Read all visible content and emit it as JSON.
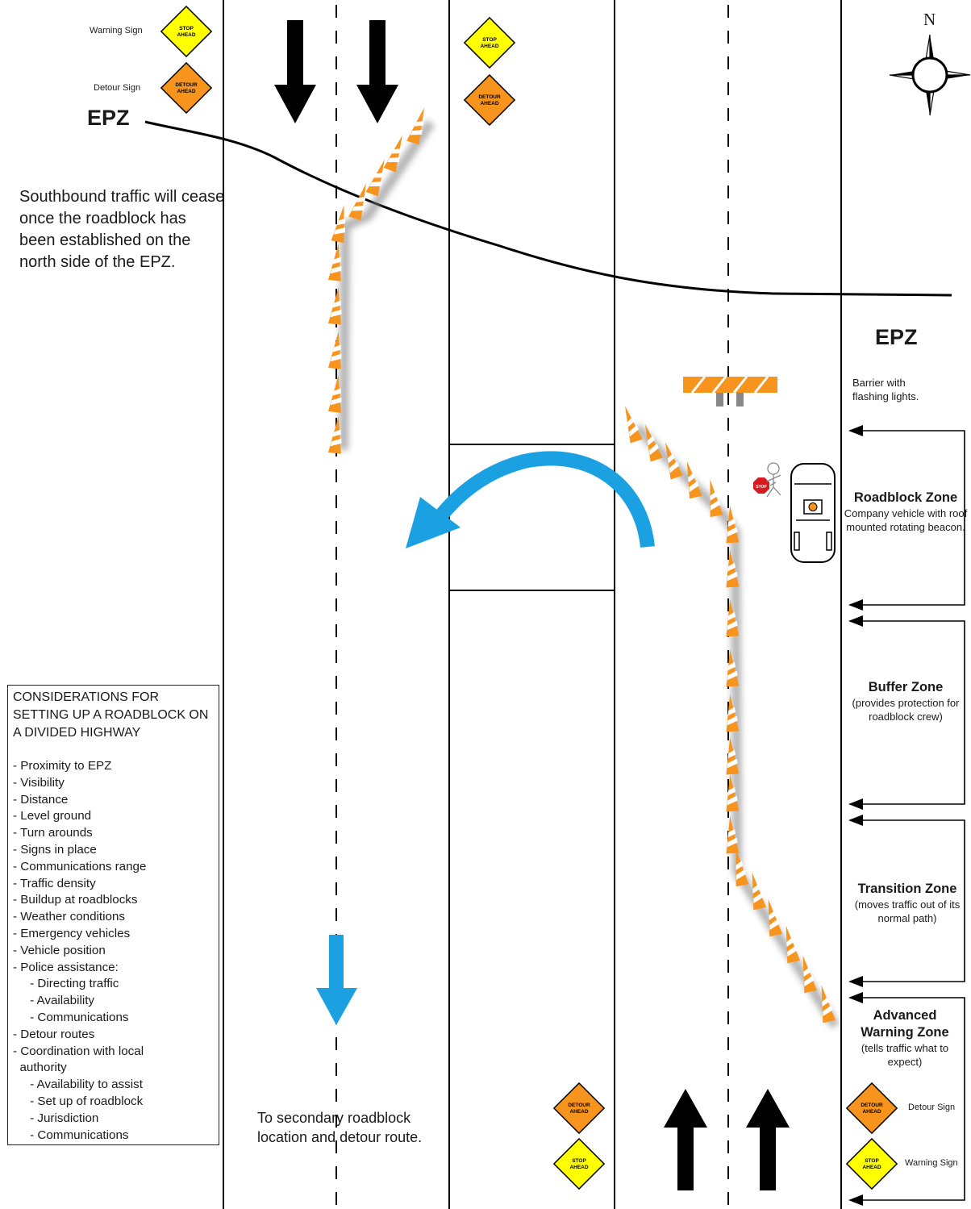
{
  "signs": {
    "warning_label": "Warning Sign",
    "detour_label": "Detour Sign",
    "stop_ahead": [
      "STOP",
      "AHEAD"
    ],
    "detour_ahead": [
      "DETOUR",
      "AHEAD"
    ],
    "stop": "STOP",
    "yellow": "#ffff00",
    "orange": "#f7941d"
  },
  "compass_n": "N",
  "epz_label": "EPZ",
  "southbound_note": "Southbound traffic will cease once the roadblock has been established on the north side of the EPZ.",
  "barrier_note": "Barrier with flashing lights.",
  "zones": [
    {
      "title": "Roadblock Zone",
      "desc": "Company vehicle with roof mounted rotating beacon."
    },
    {
      "title": "Buffer Zone",
      "desc": "(provides protection for roadblock crew)"
    },
    {
      "title": "Transition Zone",
      "desc": "(moves traffic out of its normal path)"
    },
    {
      "title": "Advanced Warning Zone",
      "desc": "(tells traffic what to expect)"
    }
  ],
  "considerations": {
    "heading": "CONSIDERATIONS FOR SETTING UP A ROADBLOCK ON A DIVIDED HIGHWAY",
    "items": [
      "- Proximity to EPZ",
      "- Visibility",
      "- Distance",
      "- Level ground",
      "- Turn arounds",
      "- Signs in place",
      "- Communications range",
      "- Traffic density",
      "- Buildup at roadblocks",
      "- Weather conditions",
      "- Emergency vehicles",
      "- Vehicle position",
      "- Police assistance:",
      "     - Directing traffic",
      "     - Availability",
      "     - Communications",
      "- Detour routes",
      "- Coordination with local",
      "  authority",
      "     - Availability to assist",
      "     - Set up of roadblock",
      "     - Jurisdiction",
      "     - Communications"
    ]
  },
  "detour_note": "To secondary roadblock location and detour route.",
  "colors": {
    "arrow_blue": "#1ba1e2",
    "cone_orange": "#f7941d",
    "line": "#000000"
  }
}
